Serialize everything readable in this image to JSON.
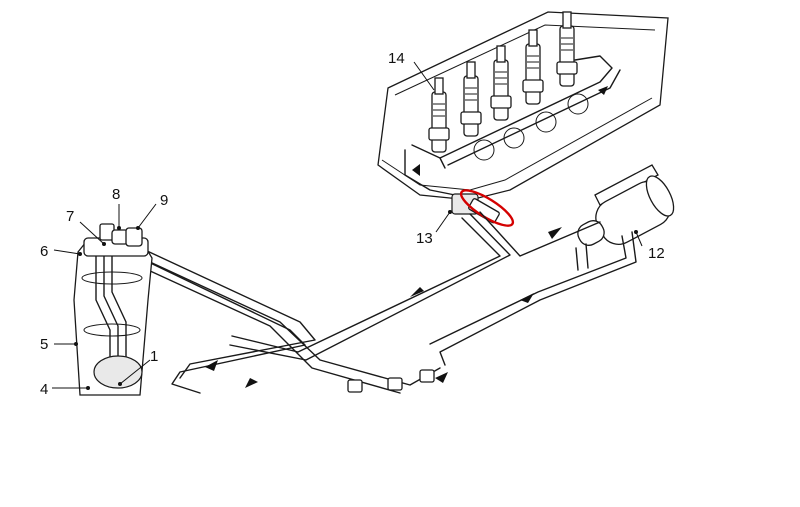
{
  "diagram": {
    "callouts": [
      "1",
      "4",
      "5",
      "6",
      "7",
      "8",
      "9",
      "12",
      "13",
      "14"
    ],
    "highlight_color": "#d40000",
    "line_color": "#1a1a1a",
    "background_color": "#ffffff"
  }
}
